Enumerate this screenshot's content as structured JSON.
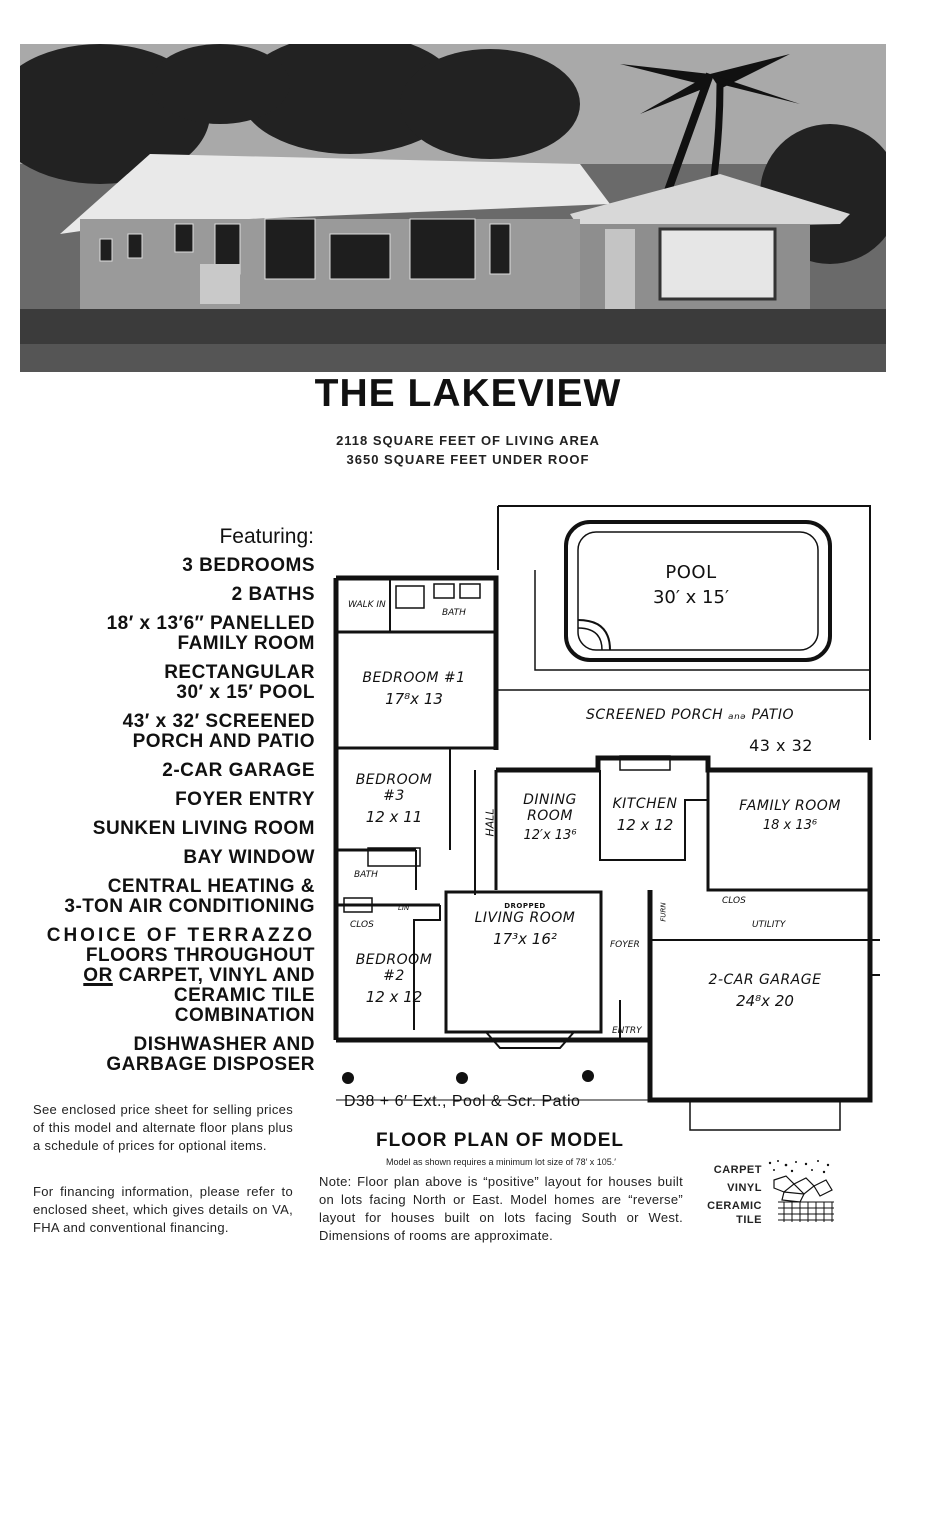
{
  "title": "THE LAKEVIEW",
  "sqft_living": "2118 SQUARE FEET OF LIVING AREA",
  "sqft_roof": "3650 SQUARE FEET UNDER ROOF",
  "featuring_label": "Featuring:",
  "features": [
    [
      "3 BEDROOMS"
    ],
    [
      "2 BATHS"
    ],
    [
      "18′ x 13′6″ PANELLED",
      "FAMILY ROOM"
    ],
    [
      "RECTANGULAR",
      "30′ x 15′ POOL"
    ],
    [
      "43′ x 32′ SCREENED",
      "PORCH AND PATIO"
    ],
    [
      "2-CAR GARAGE"
    ],
    [
      "FOYER ENTRY"
    ],
    [
      "SUNKEN LIVING ROOM"
    ],
    [
      "BAY WINDOW"
    ],
    [
      "CENTRAL HEATING &",
      "3-TON AIR CONDITIONING"
    ],
    [
      "CHOICE OF TERRAZZO",
      "FLOORS THROUGHOUT",
      "OR CARPET, VINYL AND",
      "CERAMIC TILE",
      "COMBINATION"
    ],
    [
      "DISHWASHER AND",
      "GARBAGE DISPOSER"
    ]
  ],
  "note_price": "See enclosed price sheet for selling prices of this model and alternate floor plans plus a schedule of prices for optional items.",
  "note_financing": "For financing information, please refer to enclosed sheet, which gives details on VA, FHA and conventional financing.",
  "plan": {
    "pool": {
      "name": "POOL",
      "dim": "30′ x 15′"
    },
    "porch": {
      "name": "SCREENED PORCH ₐₙₔ PATIO",
      "dim": "43 x 32"
    },
    "bedroom1": {
      "name": "BEDROOM #1",
      "dim": "17⁸x 13"
    },
    "bedroom3": {
      "name": "BEDROOM",
      "num": "#3",
      "dim": "12 x 11"
    },
    "bedroom2": {
      "name": "BEDROOM",
      "num": "#2",
      "dim": "12 x 12"
    },
    "dining": {
      "name": "DINING",
      "name2": "ROOM",
      "dim": "12′x 13⁶"
    },
    "kitchen": {
      "name": "KITCHEN",
      "dim": "12 x 12"
    },
    "family": {
      "name": "FAMILY ROOM",
      "dim": "18 x 13⁶"
    },
    "living": {
      "name": "LIVING ROOM",
      "dim": "17³x 16²",
      "tag": "DROPPED"
    },
    "garage": {
      "name": "2-CAR GARAGE",
      "dim": "24⁸x 20"
    },
    "labels": {
      "walkin": "WALK IN",
      "clos": "CLOS",
      "bath": "BATH",
      "hall": "HALL",
      "foyer": "FOYER",
      "entry": "ENTRY",
      "utility": "UTILITY",
      "lin": "LIN",
      "furn": "FURN"
    }
  },
  "plan_caption": "D38 + 6′ Ext., Pool & Scr. Patio",
  "floor_plan_title": "FLOOR PLAN OF MODEL",
  "lot_note": "Model as shown requires a minimum lot size of 78′ x 105.′",
  "plan_note": "Note: Floor plan above is “positive” layout for houses built on lots facing North or East. Model homes are “reverse” layout for houses built on lots facing South or West. Dimensions of rooms are approximate.",
  "legend": {
    "carpet": "CARPET",
    "vinyl": "VINYL",
    "ceramic": "CERAMIC",
    "tile": "TILE"
  },
  "colors": {
    "ink": "#111111",
    "photo_dark": "#2a2a2a",
    "photo_mid": "#7a7a7a",
    "paper": "#ffffff"
  }
}
